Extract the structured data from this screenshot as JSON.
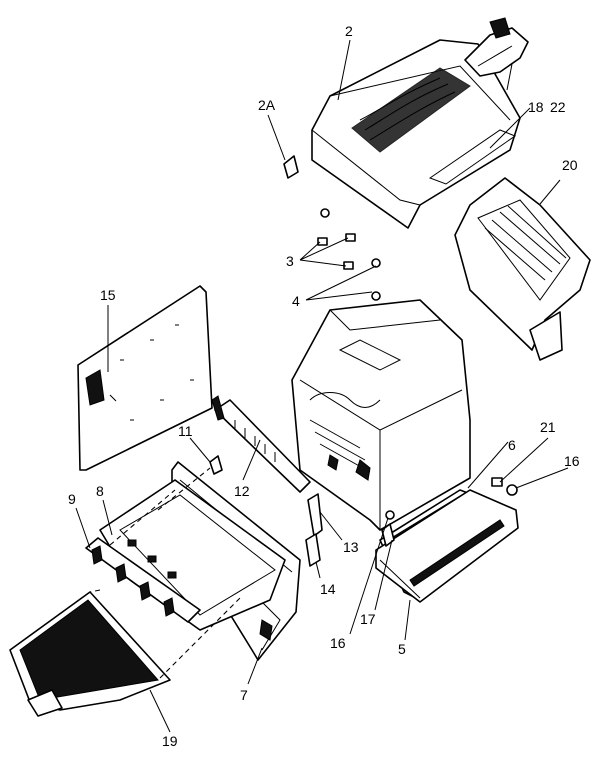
{
  "callouts": {
    "c2": "2",
    "c2a": "2A",
    "c3": "3",
    "c4": "4",
    "c5": "5",
    "c6": "6",
    "c7": "7",
    "c8": "8",
    "c9": "9",
    "c11": "11",
    "c12": "12",
    "c13": "13",
    "c14": "14",
    "c15": "15",
    "c16a": "16",
    "c16b": "16",
    "c17": "17",
    "c18": "18",
    "c19": "19",
    "c20": "20",
    "c21": "21",
    "c22": "22"
  },
  "colors": {
    "line": "#000000",
    "background": "#ffffff",
    "fill_dark": "#111111"
  }
}
